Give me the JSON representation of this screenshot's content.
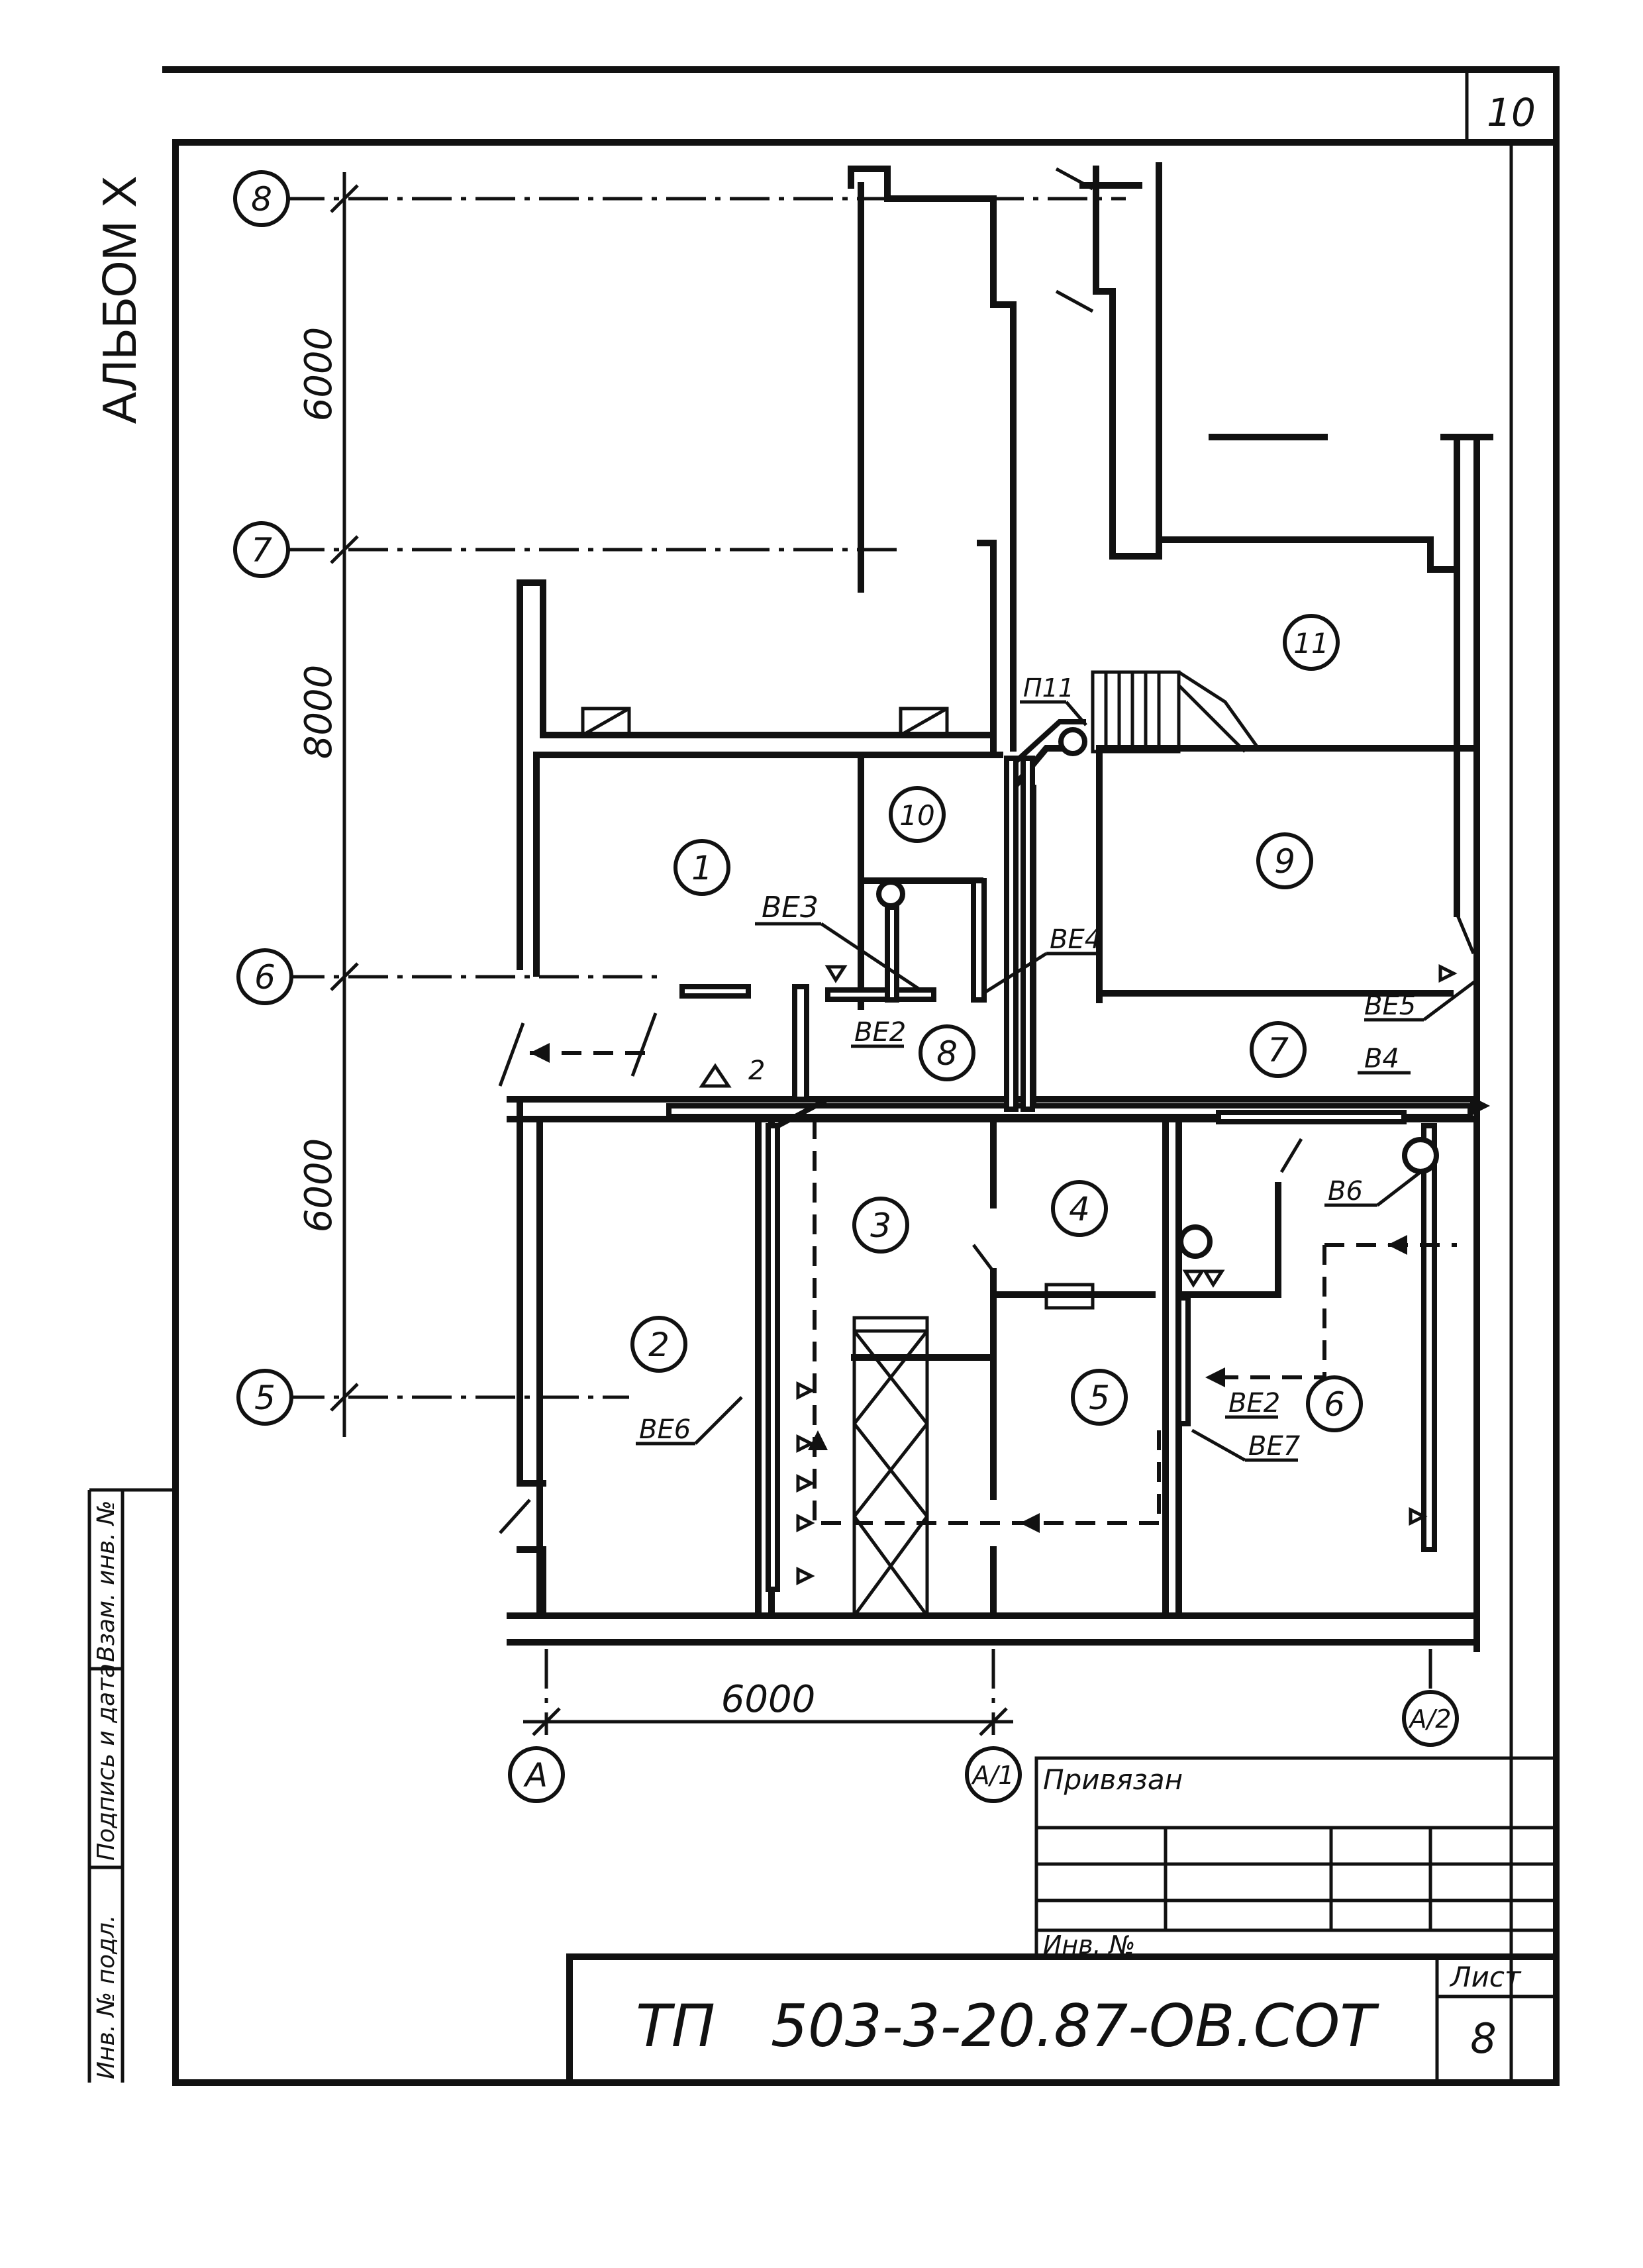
{
  "sheet": {
    "sheet_number": "10",
    "album_label": "АЛЬБОМ X"
  },
  "axes": {
    "rows": [
      "8",
      "7",
      "6",
      "5"
    ],
    "columns": [
      "A",
      "A/1",
      "A/2"
    ],
    "dims_vertical": [
      "6000",
      "8000",
      "6000"
    ],
    "dim_horizontal": "6000"
  },
  "rooms": [
    "1",
    "2",
    "3",
    "4",
    "5",
    "6",
    "7",
    "8",
    "9",
    "10",
    "11"
  ],
  "system_labels": {
    "be3": "BE3",
    "be4": "BE4",
    "be2_upper": "BE2",
    "be5": "BE5",
    "b4": "B4",
    "b6": "B6",
    "be6": "BE6",
    "be2_lower": "BE2",
    "be7": "BE7",
    "p11": "П11",
    "marker_2": "2"
  },
  "side_stamp": {
    "col1": "Инв. № подл.",
    "col2": "Подпись и дата",
    "col3": "Взам. инв. №"
  },
  "title_block": {
    "bound_label": "Привязан",
    "inv_label": "Инв. №",
    "designation": "ТП   503-3-20.87-ОВ.СОТ",
    "sheet_label": "Лист",
    "sheet_value": "8"
  }
}
